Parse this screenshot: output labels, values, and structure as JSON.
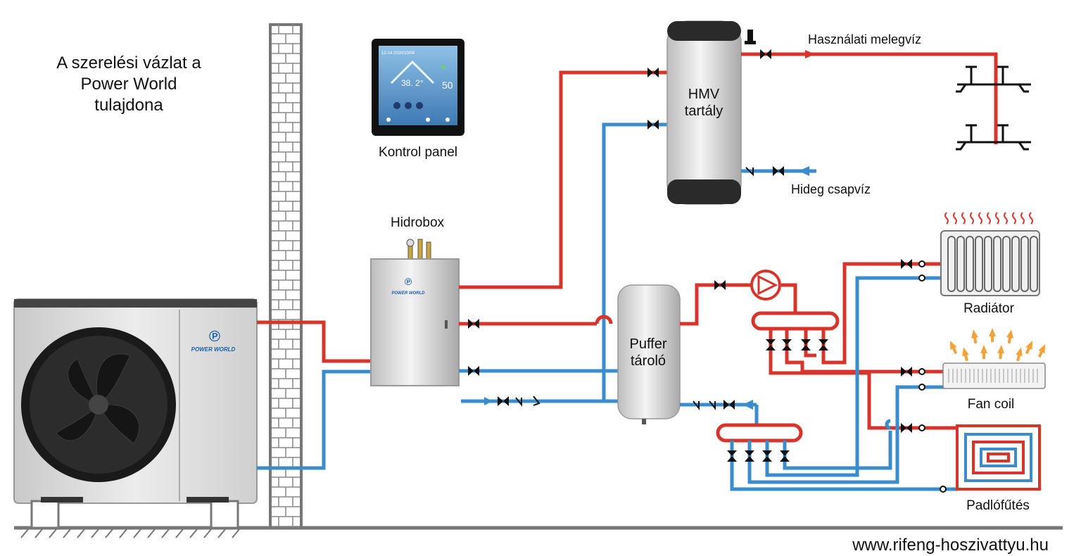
{
  "title_lines": [
    "A szerelési vázlat a",
    "Power World",
    "tulajdona"
  ],
  "labels": {
    "control_panel": "Kontrol panel",
    "hydrobox": "Hidrobox",
    "dhw_tank": [
      "HMV",
      "tartály"
    ],
    "buffer_tank": [
      "Puffer",
      "tároló"
    ],
    "hot_water": "Használati melegvíz",
    "cold_water": "Hideg csapvíz",
    "radiator": "Radiátor",
    "fan_coil": "Fan coil",
    "floor_heating": "Padlófűtés"
  },
  "brand": {
    "heat_pump": "POWER WORLD",
    "hydrobox": "POWER WORLD"
  },
  "controller": {
    "date": "12-14  2020/10/08",
    "temp": "38. 2°",
    "set": "50"
  },
  "website": "www.rifeng-hoszivattyu.hu",
  "colors": {
    "hot": "#d9342b",
    "cold": "#3a8ccc",
    "heat_arrows": "#f2a23a",
    "heat_waves": "#e0362c",
    "ground": "#777777"
  }
}
